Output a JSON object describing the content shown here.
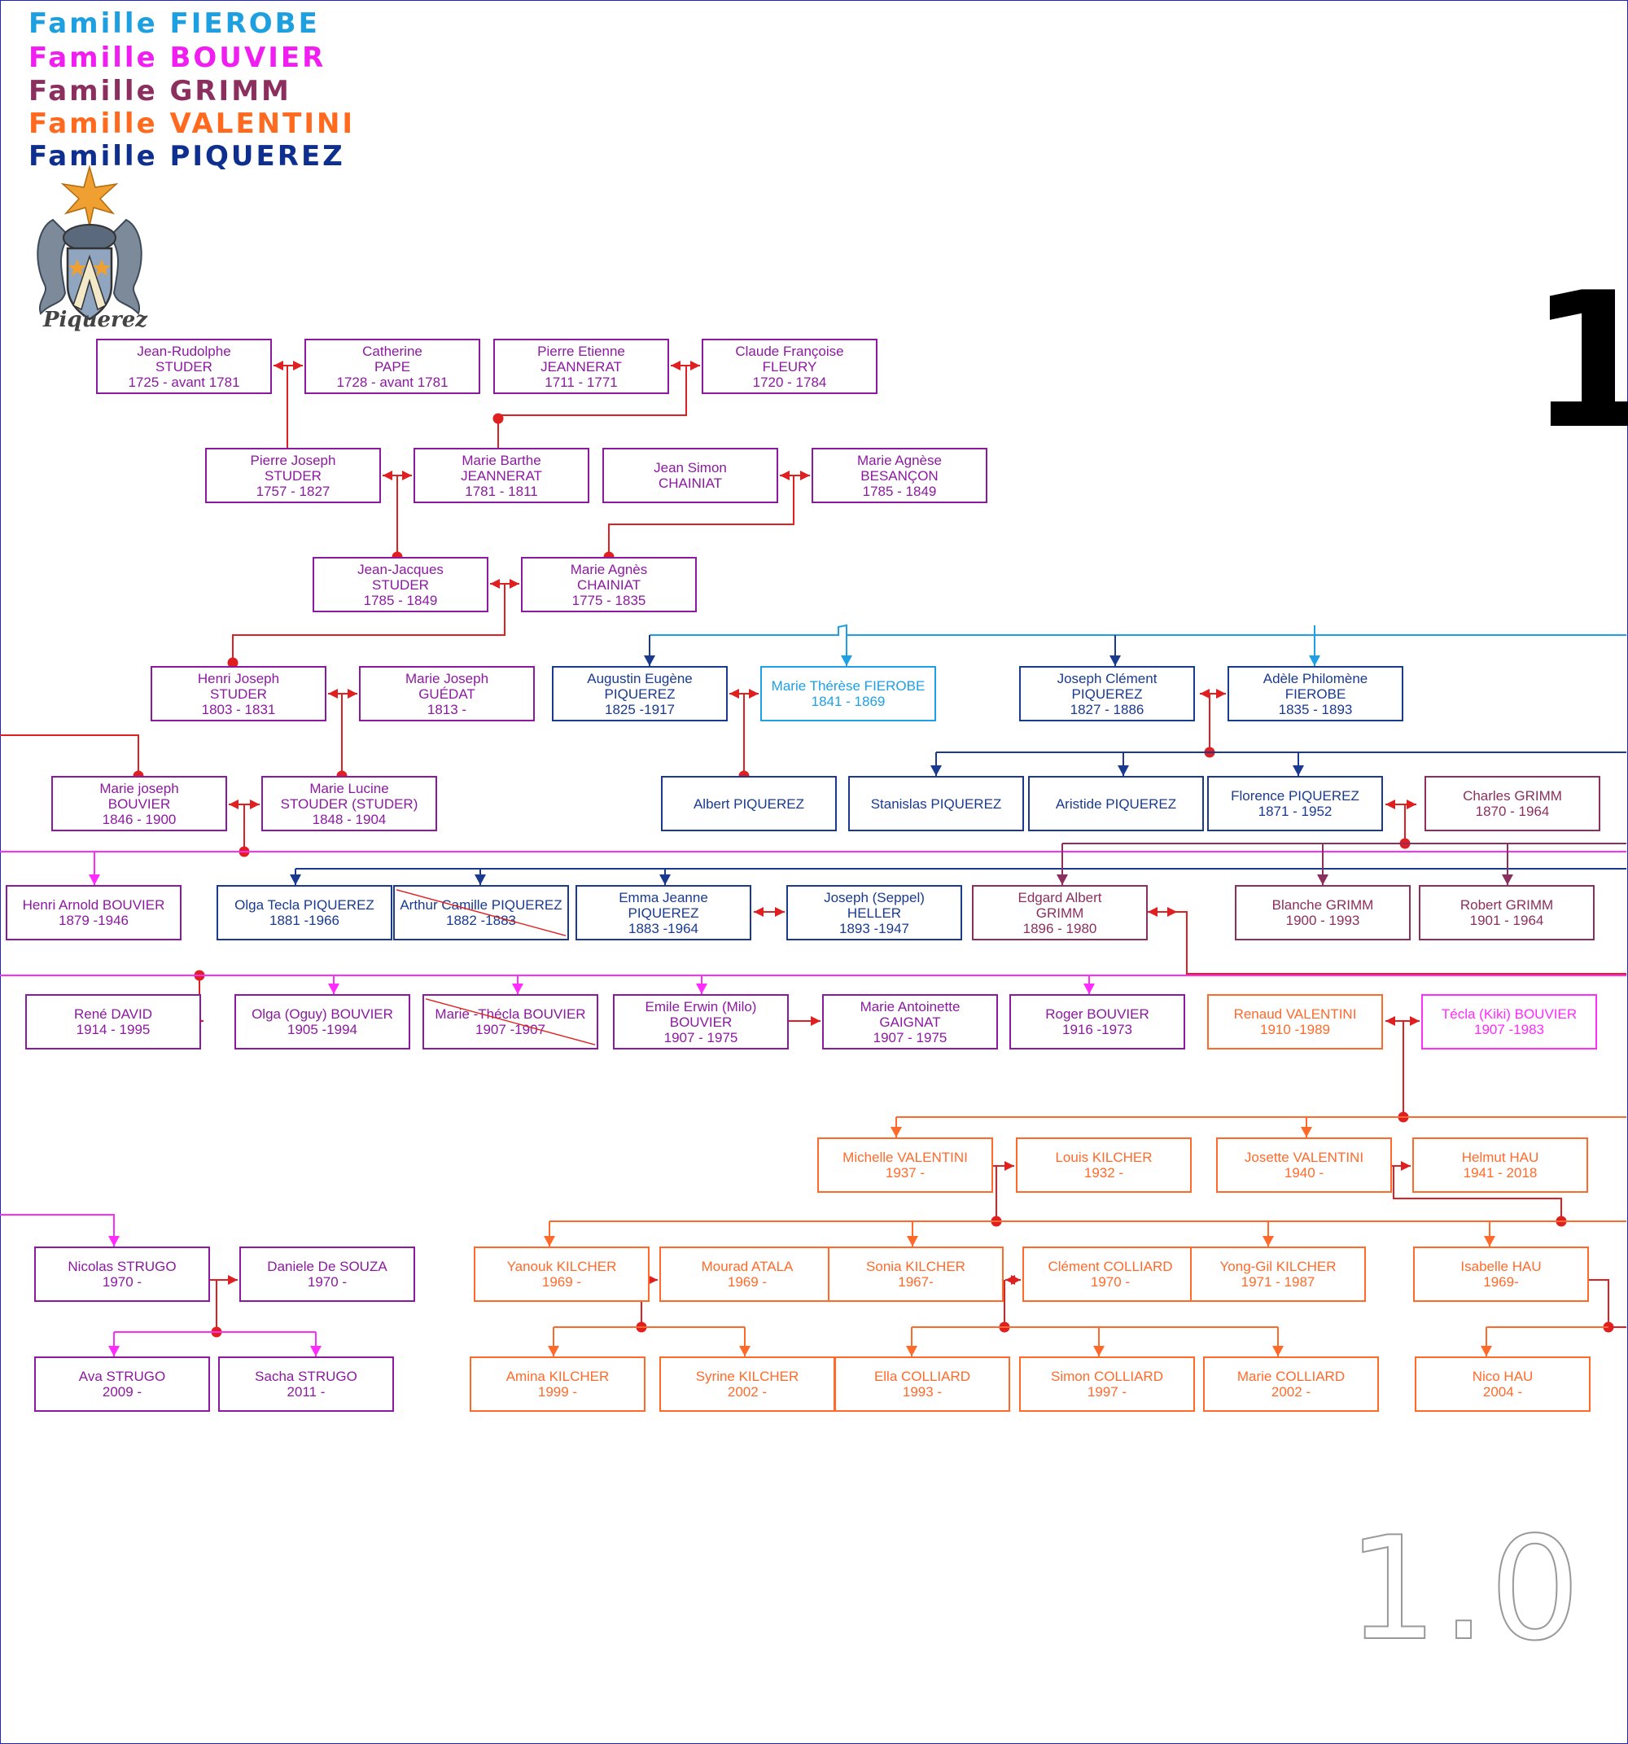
{
  "legend": [
    {
      "label": "Famille FIEROBE",
      "color": "#1e9fe0"
    },
    {
      "label": "Famille BOUVIER",
      "color": "#f01ef0"
    },
    {
      "label": "Famille GRIMM",
      "color": "#8b2f5e"
    },
    {
      "label": "Famille VALENTINI",
      "color": "#ff6a1e"
    },
    {
      "label": "Famille PIQUEREZ",
      "color": "#0f2f8f"
    }
  ],
  "crest": {
    "label": "Piquerez"
  },
  "page_number": "1",
  "version": "1.0",
  "colors": {
    "studer": "#8c1aa0",
    "bouvier": "#ff2bff",
    "fierobe": "#1ea0e6",
    "piquerez": "#1a3a90",
    "grimm": "#8b2f5e",
    "valentini": "#ff6a2a",
    "link": "#e02020"
  },
  "people": [
    {
      "l1": "Jean-Rudolphe",
      "l2": "STUDER",
      "l3": "1725 - avant 1781",
      "fam": "studer"
    },
    {
      "l1": "Catherine",
      "l2": "PAPE",
      "l3": "1728 - avant 1781",
      "fam": "studer"
    },
    {
      "l1": "Pierre Etienne",
      "l2": "JEANNERAT",
      "l3": "1711 - 1771",
      "fam": "studer"
    },
    {
      "l1": "Claude Françoise",
      "l2": "FLEURY",
      "l3": "1720 - 1784",
      "fam": "studer"
    },
    {
      "l1": "Pierre Joseph",
      "l2": "STUDER",
      "l3": "1757 - 1827",
      "fam": "studer"
    },
    {
      "l1": "Marie Barthe",
      "l2": "JEANNERAT",
      "l3": "1781 - 1811",
      "fam": "studer"
    },
    {
      "l1": "Jean Simon",
      "l2": "CHAINIAT",
      "l3": "",
      "fam": "studer"
    },
    {
      "l1": "Marie Agnèse",
      "l2": "BESANÇON",
      "l3": "1785 - 1849",
      "fam": "studer"
    },
    {
      "l1": "Jean-Jacques",
      "l2": "STUDER",
      "l3": "1785 - 1849",
      "fam": "studer"
    },
    {
      "l1": "Marie Agnès",
      "l2": "CHAINIAT",
      "l3": "1775 - 1835",
      "fam": "studer"
    },
    {
      "l1": "Henri Joseph",
      "l2": "STUDER",
      "l3": "1803 - 1831",
      "fam": "studer"
    },
    {
      "l1": "Marie Joseph",
      "l2": "GUÉDAT",
      "l3": "1813 -",
      "fam": "studer"
    },
    {
      "l1": "Augustin Eugène",
      "l2": "PIQUEREZ",
      "l3": "1825 -1917",
      "fam": "piquerez"
    },
    {
      "l1": "Marie Thérèse FIEROBE",
      "l2": "1841 - 1869",
      "l3": "",
      "fam": "fierobe"
    },
    {
      "l1": "Joseph Clément",
      "l2": "PIQUEREZ",
      "l3": "1827 - 1886",
      "fam": "piquerez"
    },
    {
      "l1": "Adèle Philomène",
      "l2": "FIEROBE",
      "l3": "1835 - 1893",
      "fam": "piquerez"
    },
    {
      "l1": "Marie joseph",
      "l2": "BOUVIER",
      "l3": "1846 - 1900",
      "fam": "studer"
    },
    {
      "l1": "Marie Lucine",
      "l2": "STOUDER (STUDER)",
      "l3": "1848 - 1904",
      "fam": "studer"
    },
    {
      "l1": "Albert PIQUEREZ",
      "l2": "",
      "l3": "",
      "fam": "piquerez"
    },
    {
      "l1": "Stanislas PIQUEREZ",
      "l2": "",
      "l3": "",
      "fam": "piquerez"
    },
    {
      "l1": "Aristide PIQUEREZ",
      "l2": "",
      "l3": "",
      "fam": "piquerez"
    },
    {
      "l1": "Florence PIQUEREZ",
      "l2": "1871 - 1952",
      "l3": "",
      "fam": "piquerez"
    },
    {
      "l1": "Charles GRIMM",
      "l2": "1870 - 1964",
      "l3": "",
      "fam": "grimm"
    },
    {
      "l1": "Henri Arnold BOUVIER",
      "l2": "1879 -1946",
      "l3": "",
      "fam": "studer"
    },
    {
      "l1": "Olga Tecla PIQUEREZ",
      "l2": "1881 -1966",
      "l3": "",
      "fam": "piquerez"
    },
    {
      "l1": "Arthur Camille PIQUEREZ",
      "l2": "1882 -1883",
      "l3": "",
      "fam": "piquerez",
      "crossed": true
    },
    {
      "l1": "Emma Jeanne",
      "l2": "PIQUEREZ",
      "l3": "1883 -1964",
      "fam": "piquerez"
    },
    {
      "l1": "Joseph (Seppel)",
      "l2": "HELLER",
      "l3": "1893 -1947",
      "fam": "piquerez"
    },
    {
      "l1": "Edgard Albert",
      "l2": "GRIMM",
      "l3": "1896 - 1980",
      "fam": "grimm"
    },
    {
      "l1": "Blanche GRIMM",
      "l2": "1900 - 1993",
      "l3": "",
      "fam": "grimm"
    },
    {
      "l1": "Robert GRIMM",
      "l2": "1901 - 1964",
      "l3": "",
      "fam": "grimm"
    },
    {
      "l1": "René DAVID",
      "l2": "1914 - 1995",
      "l3": "",
      "fam": "studer"
    },
    {
      "l1": "Olga (Oguy) BOUVIER",
      "l2": "1905 -1994",
      "l3": "",
      "fam": "studer"
    },
    {
      "l1": "Marie -Thécla BOUVIER",
      "l2": "1907 -1907",
      "l3": "",
      "fam": "studer",
      "crossed": true
    },
    {
      "l1": "Emile Erwin (Milo)",
      "l2": "BOUVIER",
      "l3": "1907 - 1975",
      "fam": "studer"
    },
    {
      "l1": "Marie Antoinette",
      "l2": "GAIGNAT",
      "l3": "1907 - 1975",
      "fam": "studer"
    },
    {
      "l1": "Roger BOUVIER",
      "l2": "1916 -1973",
      "l3": "",
      "fam": "studer"
    },
    {
      "l1": "Renaud VALENTINI",
      "l2": "1910 -1989",
      "l3": "",
      "fam": "valentini"
    },
    {
      "l1": "Técla (Kiki) BOUVIER",
      "l2": "1907 -1983",
      "l3": "",
      "fam": "bouvier"
    },
    {
      "l1": "Michelle VALENTINI",
      "l2": "1937 -",
      "l3": "",
      "fam": "valentini"
    },
    {
      "l1": "Louis KILCHER",
      "l2": "1932 -",
      "l3": "",
      "fam": "valentini"
    },
    {
      "l1": "Josette VALENTINI",
      "l2": "1940 -",
      "l3": "",
      "fam": "valentini"
    },
    {
      "l1": "Helmut HAU",
      "l2": "1941 - 2018",
      "l3": "",
      "fam": "valentini"
    },
    {
      "l1": "Nicolas STRUGO",
      "l2": "1970 -",
      "l3": "",
      "fam": "studer"
    },
    {
      "l1": "Daniele De SOUZA",
      "l2": "1970 -",
      "l3": "",
      "fam": "studer"
    },
    {
      "l1": "Yanouk KILCHER",
      "l2": "1969 -",
      "l3": "",
      "fam": "valentini"
    },
    {
      "l1": "Mourad ATALA",
      "l2": "1969 -",
      "l3": "",
      "fam": "valentini"
    },
    {
      "l1": "Sonia KILCHER",
      "l2": "1967-",
      "l3": "",
      "fam": "valentini"
    },
    {
      "l1": "Clément COLLIARD",
      "l2": "1970 -",
      "l3": "",
      "fam": "valentini"
    },
    {
      "l1": "Yong-Gil KILCHER",
      "l2": "1971 - 1987",
      "l3": "",
      "fam": "valentini"
    },
    {
      "l1": "Isabelle HAU",
      "l2": "1969-",
      "l3": "",
      "fam": "valentini"
    },
    {
      "l1": "Ava STRUGO",
      "l2": "2009 -",
      "l3": "",
      "fam": "studer"
    },
    {
      "l1": "Sacha STRUGO",
      "l2": "2011 -",
      "l3": "",
      "fam": "studer"
    },
    {
      "l1": "Amina KILCHER",
      "l2": "1999 -",
      "l3": "",
      "fam": "valentini"
    },
    {
      "l1": "Syrine KILCHER",
      "l2": "2002 -",
      "l3": "",
      "fam": "valentini"
    },
    {
      "l1": "Ella COLLIARD",
      "l2": "1993 -",
      "l3": "",
      "fam": "valentini"
    },
    {
      "l1": "Simon COLLIARD",
      "l2": "1997 -",
      "l3": "",
      "fam": "valentini"
    },
    {
      "l1": "Marie COLLIARD",
      "l2": "2002 -",
      "l3": "",
      "fam": "valentini"
    },
    {
      "l1": "Nico HAU",
      "l2": "2004 -",
      "l3": "",
      "fam": "valentini"
    }
  ]
}
